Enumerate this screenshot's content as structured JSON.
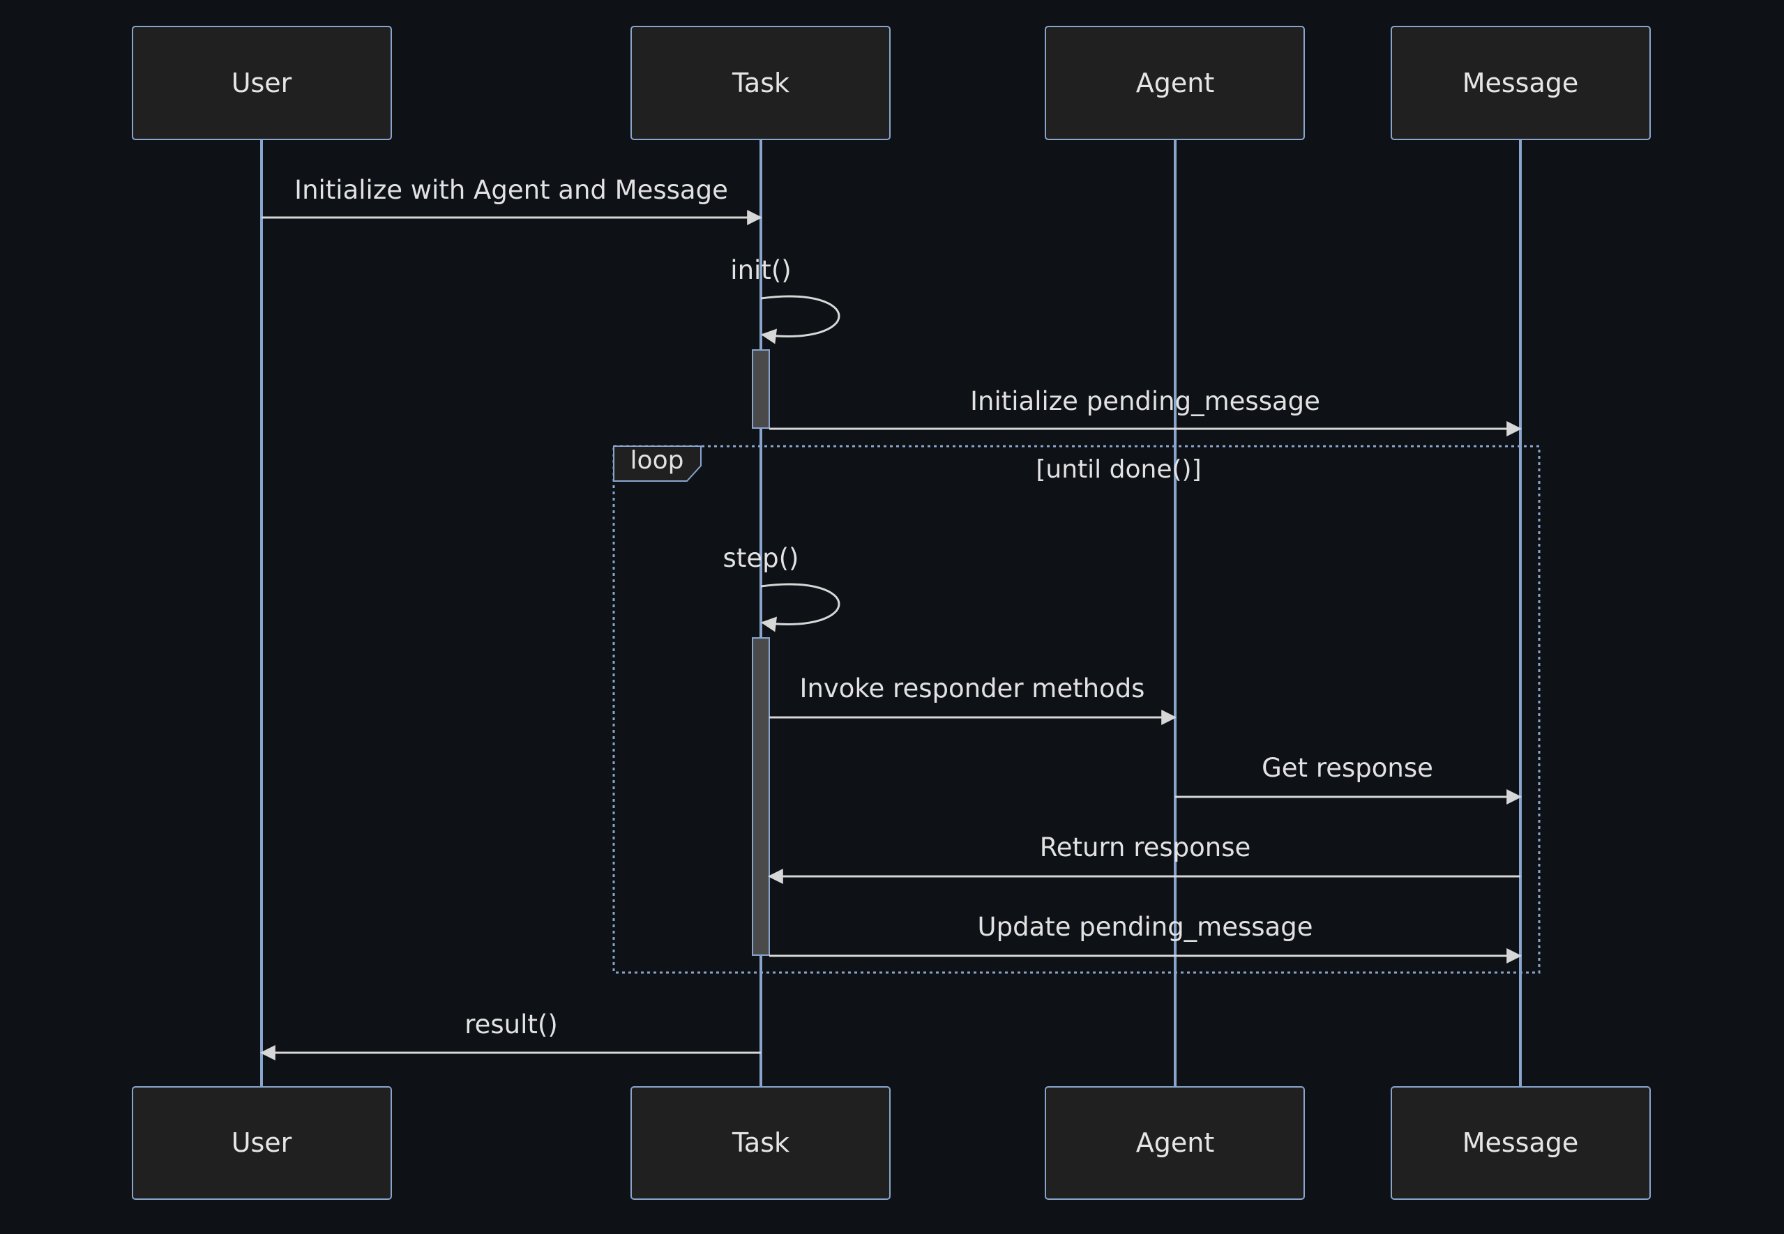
{
  "participants": [
    {
      "id": "user",
      "label": "User"
    },
    {
      "id": "task",
      "label": "Task"
    },
    {
      "id": "agent",
      "label": "Agent"
    },
    {
      "id": "message",
      "label": "Message"
    }
  ],
  "messages": [
    {
      "from": "user",
      "to": "task",
      "label": "Initialize with Agent and Message"
    },
    {
      "from": "task",
      "to": "task",
      "label": "init()"
    },
    {
      "from": "task",
      "to": "message",
      "label": "Initialize pending_message"
    },
    {
      "from": "task",
      "to": "task",
      "label": "step()"
    },
    {
      "from": "task",
      "to": "agent",
      "label": "Invoke responder methods"
    },
    {
      "from": "agent",
      "to": "message",
      "label": "Get response"
    },
    {
      "from": "message",
      "to": "task",
      "label": "Return response"
    },
    {
      "from": "task",
      "to": "message",
      "label": "Update pending_message"
    },
    {
      "from": "task",
      "to": "user",
      "label": "result()"
    }
  ],
  "loop": {
    "keyword": "loop",
    "condition": "[until done()]"
  },
  "colors": {
    "background": "#0e1116",
    "actor_fill": "#202020",
    "lifeline": "#89a5cd",
    "arrow": "#d7d7d7",
    "activation": "#4a4a4a"
  }
}
